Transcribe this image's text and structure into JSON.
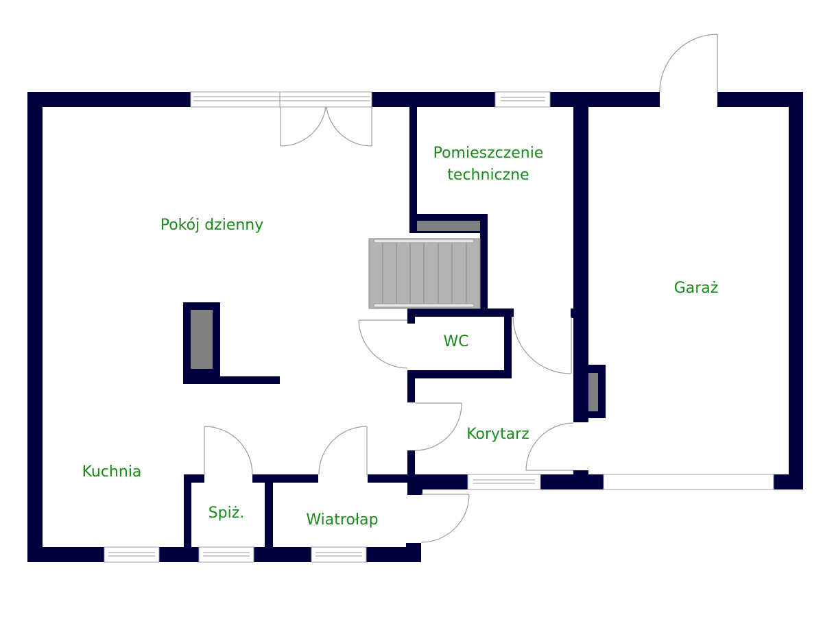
{
  "plan": {
    "wall_color": "#00003f",
    "label_color": "#1a8a1a",
    "rooms": [
      {
        "id": "living-room",
        "label": "Pokój dzienny"
      },
      {
        "id": "technical-room",
        "label_line1": "Pomieszczenie",
        "label_line2": "techniczne"
      },
      {
        "id": "garage",
        "label": "Garaż"
      },
      {
        "id": "wc",
        "label": "WC"
      },
      {
        "id": "corridor",
        "label": "Korytarz"
      },
      {
        "id": "kitchen",
        "label": "Kuchnia"
      },
      {
        "id": "pantry",
        "label": "Spiż."
      },
      {
        "id": "vestibule",
        "label": "Wiatrołap"
      }
    ]
  }
}
